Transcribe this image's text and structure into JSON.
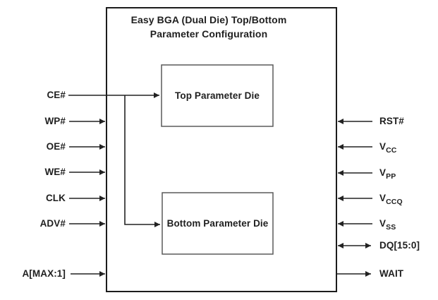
{
  "diagram": {
    "title_line1": "Easy BGA (Dual Die) Top/Bottom",
    "title_line2": "Parameter Configuration",
    "blocks": {
      "top_label": "Top Parameter Die",
      "bottom_label": "Bottom Parameter Die"
    },
    "left_signals": [
      {
        "label": "CE#",
        "direction": "input"
      },
      {
        "label": "WP#",
        "direction": "input"
      },
      {
        "label": "OE#",
        "direction": "input"
      },
      {
        "label": "WE#",
        "direction": "input"
      },
      {
        "label": "CLK",
        "direction": "input"
      },
      {
        "label": "ADV#",
        "direction": "input"
      },
      {
        "label": "A[MAX:1]",
        "direction": "input"
      }
    ],
    "right_signals": [
      {
        "base": "RST#",
        "sub": "",
        "direction": "input"
      },
      {
        "base": "V",
        "sub": "CC",
        "direction": "input"
      },
      {
        "base": "V",
        "sub": "PP",
        "direction": "input"
      },
      {
        "base": "V",
        "sub": "CCQ",
        "direction": "input"
      },
      {
        "base": "V",
        "sub": "SS",
        "direction": "input"
      },
      {
        "base": "DQ[15:0]",
        "sub": "",
        "direction": "bidirectional"
      },
      {
        "base": "WAIT",
        "sub": "",
        "direction": "output"
      }
    ],
    "colors": {
      "line": "#222222",
      "outer_box_border": "#1c1c1c",
      "inner_box_border": "#5a5a5a",
      "text": "#1f1f1f",
      "background": "#ffffff"
    }
  }
}
